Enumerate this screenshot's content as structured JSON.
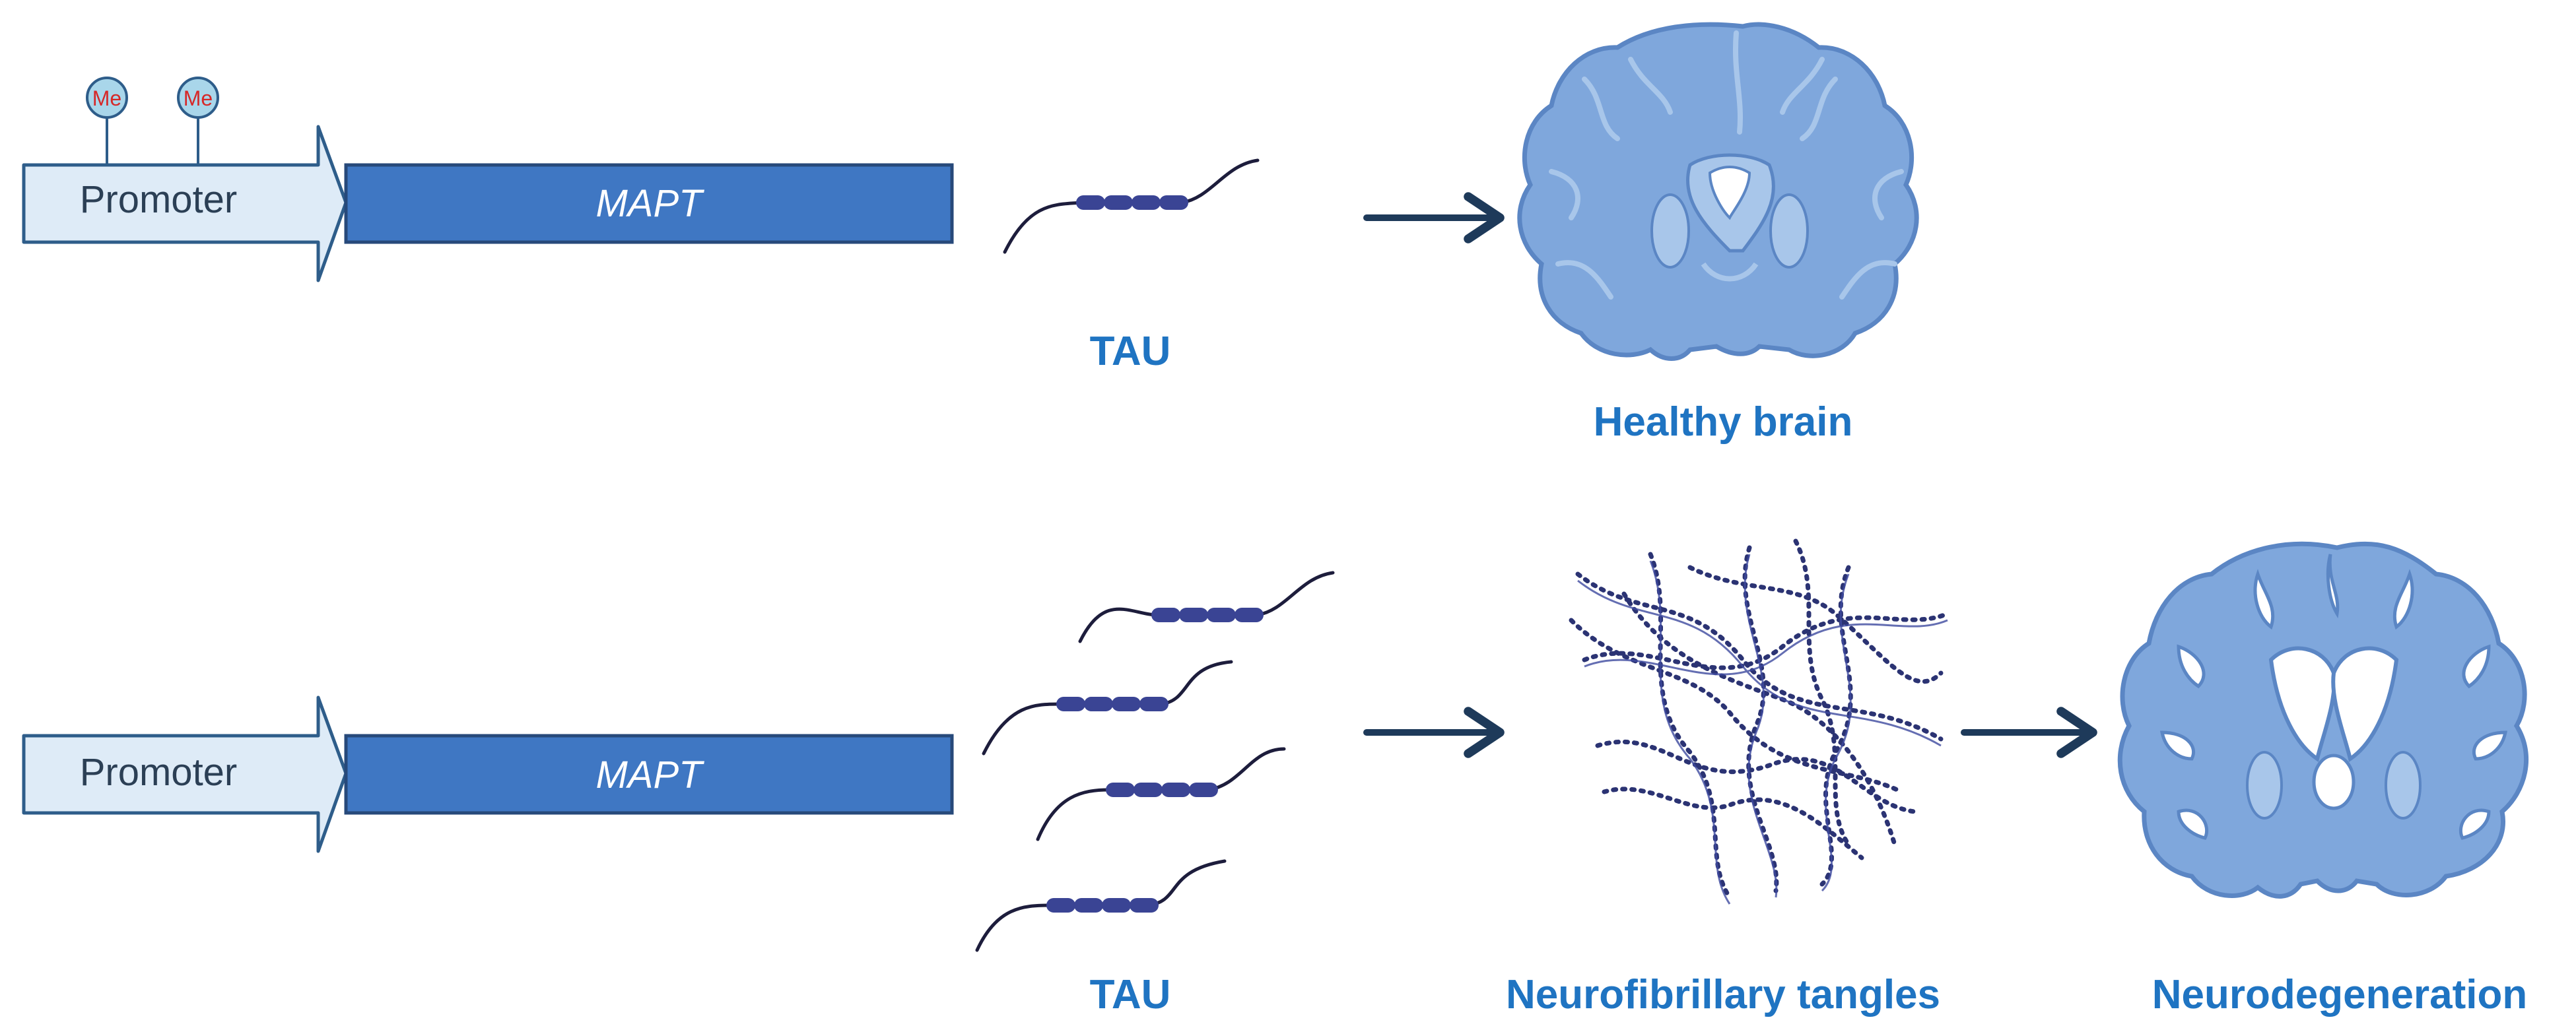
{
  "top_row": {
    "methyl_marks": [
      {
        "text": "Me"
      },
      {
        "text": "Me"
      }
    ],
    "promoter_label": "Promoter",
    "gene_label": "MAPT",
    "protein_label": "TAU",
    "outcome_label": "Healthy brain"
  },
  "bottom_row": {
    "promoter_label": "Promoter",
    "gene_label": "MAPT",
    "protein_label": "TAU",
    "tangles_label": "Neurofibrillary tangles",
    "outcome_label": "Neurodegeneration"
  },
  "colors": {
    "promoter_fill": "#deebf7",
    "promoter_stroke": "#2e5d8a",
    "gene_fill": "#3f77c3",
    "gene_stroke": "#27497a",
    "methyl_fill": "#a9d6ea",
    "methyl_text": "#d62828",
    "tau_chain": "#1d1d3c",
    "tau_beads": "#3a4494",
    "arrow": "#1e3a5a",
    "label_blue": "#1f74c2",
    "brain_fill": "#7fa7dc",
    "brain_stroke": "#5b86c4",
    "brain_inner": "#a8c6ea",
    "tangle": "#2b3373"
  }
}
